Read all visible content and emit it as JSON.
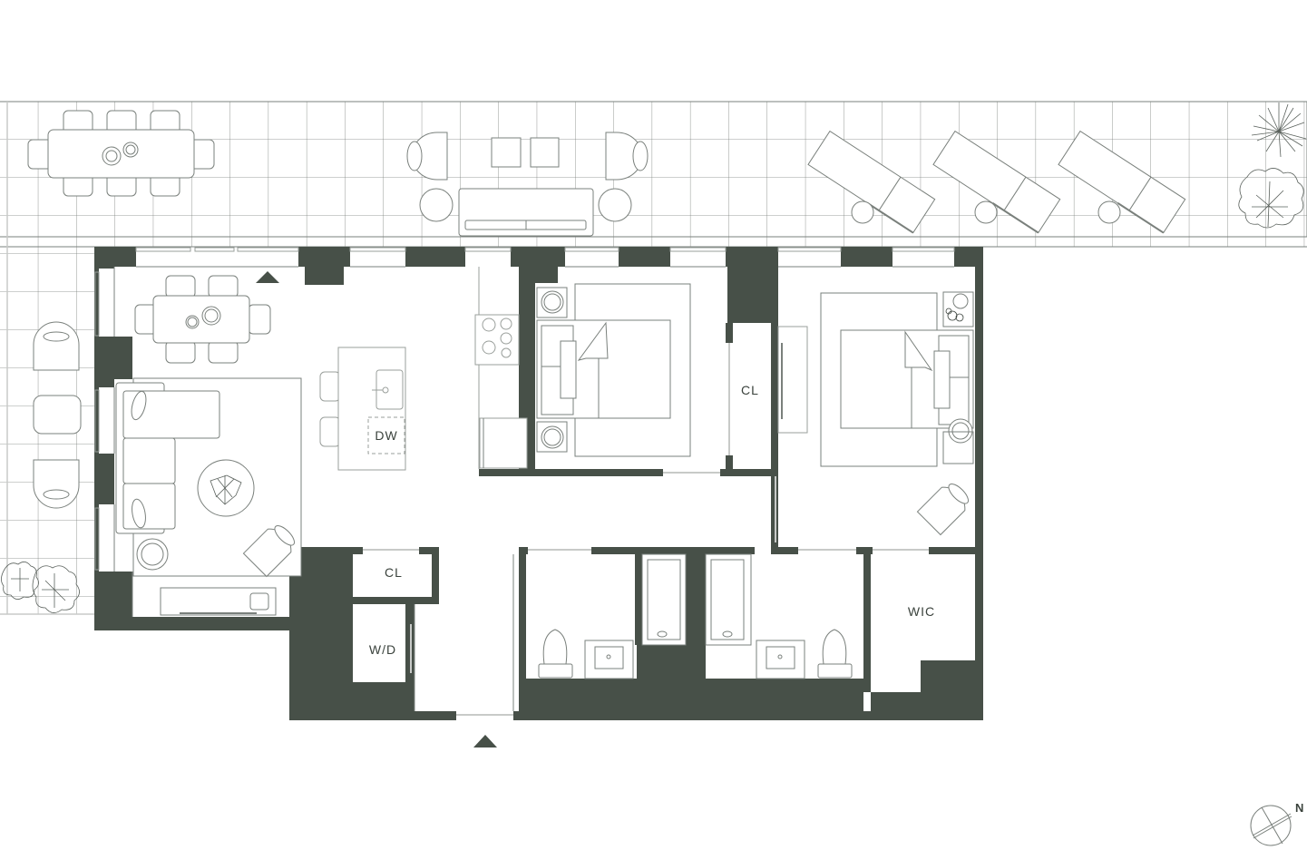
{
  "plan": {
    "type": "residential floor plan",
    "colors": {
      "wall": "#475048",
      "line": "#7a807c",
      "light_line": "#c8cac8",
      "background": "#ffffff",
      "label": "#3a423c"
    },
    "labels": {
      "dishwasher": "DW",
      "closet_bedroom": "CL",
      "closet_hall": "CL",
      "washer_dryer": "W/D",
      "walk_in_closet": "WIC"
    },
    "compass": {
      "north_label": "N"
    },
    "terrace": {
      "furniture": [
        "dining-table-8-seat",
        "lounge-chair",
        "lounge-chair",
        "sofa",
        "side-table",
        "side-table",
        "ottoman",
        "ottoman",
        "chaise-lounge",
        "chaise-lounge",
        "chaise-lounge",
        "plant",
        "plant",
        "armchair",
        "ottoman",
        "armchair",
        "plant",
        "plant"
      ]
    },
    "rooms": [
      "living-room",
      "dining-area",
      "kitchen",
      "bedroom-1",
      "bedroom-2",
      "bathroom-1",
      "bathroom-2",
      "walk-in-closet",
      "hall-closet",
      "laundry",
      "entry-foyer"
    ],
    "entry_markers": [
      "north-entry-arrow",
      "south-entry-arrow"
    ]
  }
}
